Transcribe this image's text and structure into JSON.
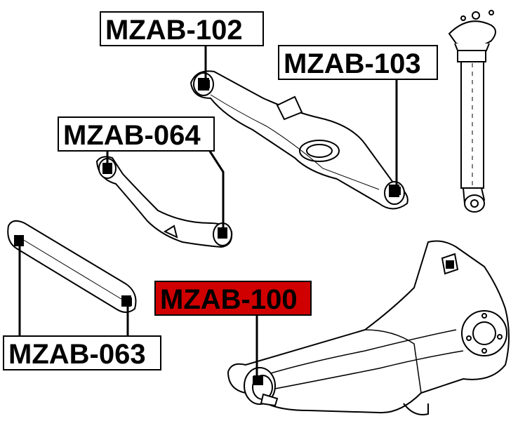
{
  "labels": {
    "mzab_102": "MZAB-102",
    "mzab_103": "MZAB-103",
    "mzab_064": "MZAB-064",
    "mzab_063": "MZAB-063",
    "mzab_100": "MZAB-100"
  },
  "colors": {
    "highlight": "#d00000",
    "line": "#000000",
    "background": "#ffffff"
  }
}
